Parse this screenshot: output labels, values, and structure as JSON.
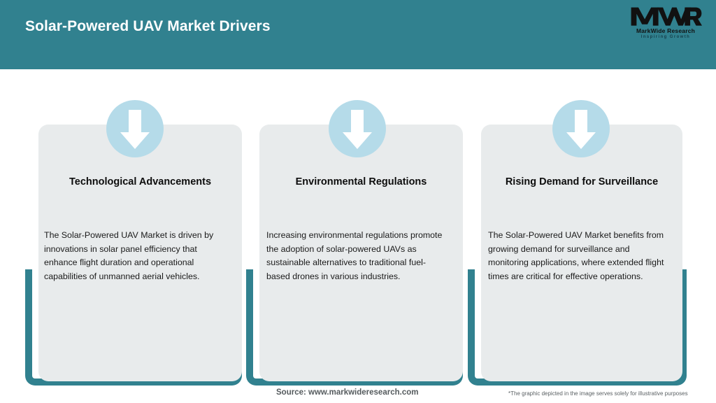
{
  "header": {
    "title": "Solar-Powered UAV Market Drivers",
    "background_color": "#31818f",
    "title_color": "#ffffff"
  },
  "logo": {
    "mark": "MWR",
    "name": "MarkWide Research",
    "tagline": "Inspiring Growth",
    "icon": "mwr-logo-icon"
  },
  "cards": [
    {
      "icon": "down-arrow-icon",
      "title": "Technological Advancements",
      "body": "The Solar-Powered UAV Market is driven by innovations in solar panel efficiency that enhance flight duration and operational capabilities of unmanned aerial vehicles."
    },
    {
      "icon": "down-arrow-icon",
      "title": "Environmental Regulations",
      "body": "Increasing environmental regulations promote the adoption of solar-powered UAVs as sustainable alternatives to traditional fuel-based drones in various industries."
    },
    {
      "icon": "down-arrow-icon",
      "title": "Rising Demand for Surveillance",
      "body": "The Solar-Powered UAV Market benefits from growing demand for surveillance and monitoring applications, where extended flight times are critical for effective operations."
    }
  ],
  "footer": {
    "source": "Source: www.markwideresearch.com",
    "disclaimer": "*The graphic depicted in the image serves solely for illustrative purposes"
  },
  "colors": {
    "teal": "#31818f",
    "card_fill": "#e8ebec",
    "circle_fill": "#b5dbe9",
    "arrow_fill": "#ffffff"
  }
}
